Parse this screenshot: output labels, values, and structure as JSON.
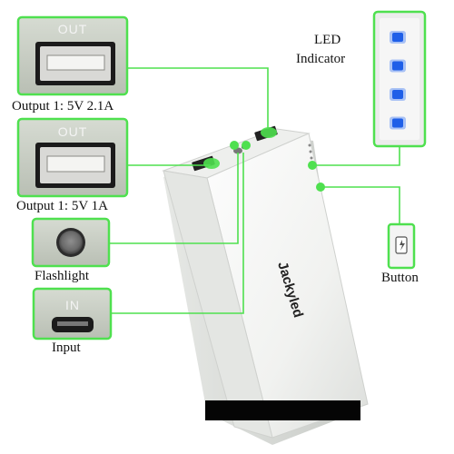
{
  "labels": {
    "out_top": "OUT",
    "out_mid": "OUT",
    "in": "IN",
    "output1": "Output 1: 5V 2.1A",
    "output2": "Output 1: 5V 1A",
    "flashlight": "Flashlight",
    "input": "Input",
    "led_line1": "LED",
    "led_line2": "Indicator",
    "button": "Button",
    "brand": "Jackyled"
  },
  "colors": {
    "callout_green": "#4fe04f",
    "led_blue": "#1f5fe8",
    "panel_gray": "#c9cfc4",
    "port_dark": "#1b1b1b"
  },
  "led_indicator": {
    "count": 4
  }
}
